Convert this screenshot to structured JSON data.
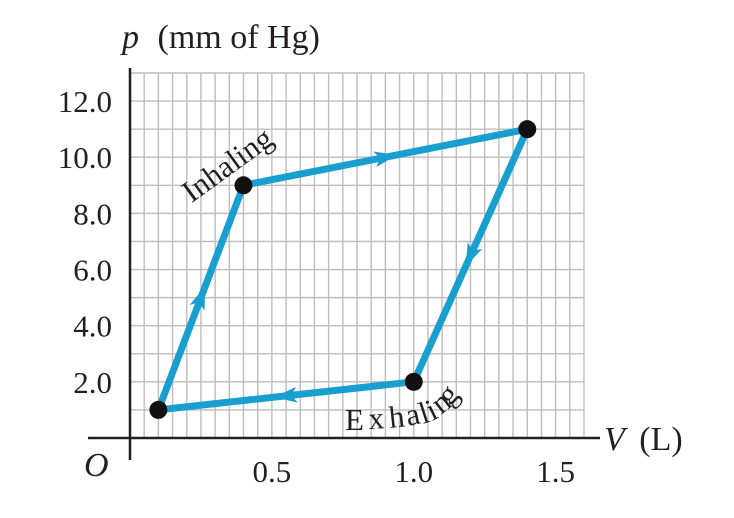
{
  "chart_data": {
    "type": "line",
    "title": "",
    "xlabel_var": "V",
    "xlabel_unit": "(L)",
    "ylabel_var": "p",
    "ylabel_unit": "(mm of Hg)",
    "origin_label": "O",
    "xlim": [
      0.0,
      1.6
    ],
    "ylim": [
      0.0,
      13.0
    ],
    "x_ticks": [
      {
        "value": 0.5,
        "label": "0.5"
      },
      {
        "value": 1.0,
        "label": "1.0"
      },
      {
        "value": 1.5,
        "label": "1.5"
      }
    ],
    "y_ticks": [
      {
        "value": 2.0,
        "label": "2.0"
      },
      {
        "value": 4.0,
        "label": "4.0"
      },
      {
        "value": 6.0,
        "label": "6.0"
      },
      {
        "value": 8.0,
        "label": "8.0"
      },
      {
        "value": 10.0,
        "label": "10.0"
      },
      {
        "value": 12.0,
        "label": "12.0"
      }
    ],
    "grid": true,
    "grid_x_step": 0.05,
    "grid_y_step": 1.0,
    "series": [
      {
        "closed": true,
        "color": "#199fcf",
        "points": [
          {
            "x": 0.1,
            "y": 1.0
          },
          {
            "x": 0.4,
            "y": 9.0
          },
          {
            "x": 1.4,
            "y": 11.0
          },
          {
            "x": 1.0,
            "y": 2.0
          }
        ]
      }
    ],
    "arrow_segments": [
      0,
      1,
      2,
      3
    ],
    "annotations": [
      {
        "text": "Inhaling",
        "at_x": 0.4,
        "at_y": 9.0
      },
      {
        "text": "Exhaling",
        "at_x": 1.0,
        "at_y": 2.0
      }
    ],
    "colors": {
      "line": "#199fcf",
      "grid": "#bdbdbd",
      "axis": "#231f20",
      "point": "#111111"
    }
  }
}
